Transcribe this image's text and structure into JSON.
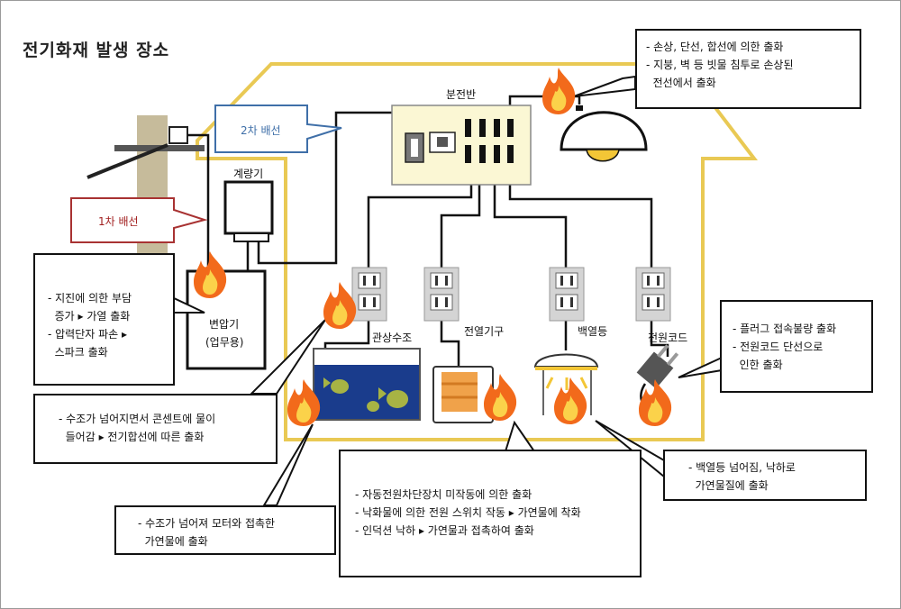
{
  "title": "전기화재 발생 장소",
  "labels": {
    "secondary_wiring": "2차 배선",
    "primary_wiring": "1차 배선",
    "distribution_board": "분전반",
    "meter": "계량기",
    "transformer_line1": "변압기",
    "transformer_line2": "(업무용)",
    "aquarium": "관상수조",
    "heater": "전열기구",
    "incandescent_lamp": "백열등",
    "power_cord": "전원코드"
  },
  "notes": {
    "ceiling_lamp": [
      "- 손상, 단선, 합선에 의한 출화",
      "- 지붕, 벽 등 빗물 침투로 손상된",
      "  전선에서 출화"
    ],
    "transformer": [
      "- 지진에 의한 부담",
      "  증가 ▸ 가열 출화",
      "- 압력단자 파손 ▸",
      "  스파크 출화"
    ],
    "aquarium_outlet": [
      "- 수조가 넘어지면서 콘센트에 물이",
      "  들어감 ▸ 전기합선에 따른 출화"
    ],
    "aquarium_motor": [
      "- 수조가 넘어져 모터와 접촉한",
      "  가연물에 출화"
    ],
    "heater": [
      "- 자동전원차단장치 미작동에 의한 출화",
      "- 낙화물에 의한 전원 스위치 작동 ▸ 가연물에 착화",
      "- 인덕션 낙하 ▸ 가연물과 접촉하여 출화"
    ],
    "incandescent": [
      "- 백열등 넘어짐, 낙하로",
      "  가연물질에 출화"
    ],
    "power_cord": [
      "- 플러그 접속불량 출화",
      "- 전원코드 단선으로",
      "  인한 출화"
    ]
  },
  "colors": {
    "house_outline": "#e9c954",
    "panel_fill": "#fbf7d4",
    "flame_outer": "#f26a1b",
    "flame_inner": "#fbd24a",
    "water": "#1a3c8c",
    "heater_orange": "#f0a24a",
    "pole": "#c6bb9b",
    "callout_blue_border": "#3f6fa8",
    "callout_red_border": "#a83232",
    "callout_red_text": "#a11f1f"
  }
}
